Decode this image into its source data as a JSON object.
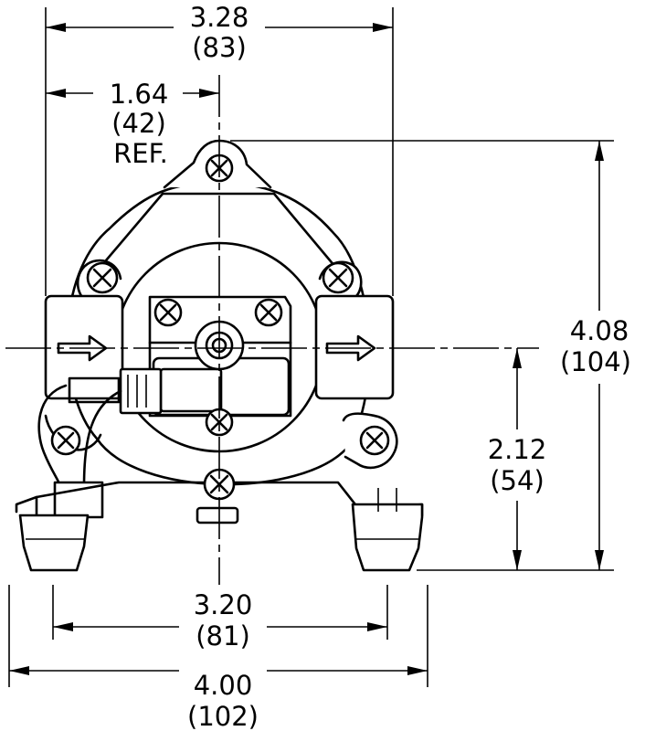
{
  "dimensions": {
    "overall_width": {
      "in": "3.28",
      "mm": "(83)"
    },
    "half_width": {
      "in": "1.64",
      "mm": "(42)",
      "note": "REF."
    },
    "overall_height": {
      "in": "4.08",
      "mm": "(104)"
    },
    "inlet_height": {
      "in": "2.12",
      "mm": "(54)"
    },
    "mount_spacing": {
      "in": "3.20",
      "mm": "(81)"
    },
    "base_width": {
      "in": "4.00",
      "mm": "(102)"
    }
  }
}
